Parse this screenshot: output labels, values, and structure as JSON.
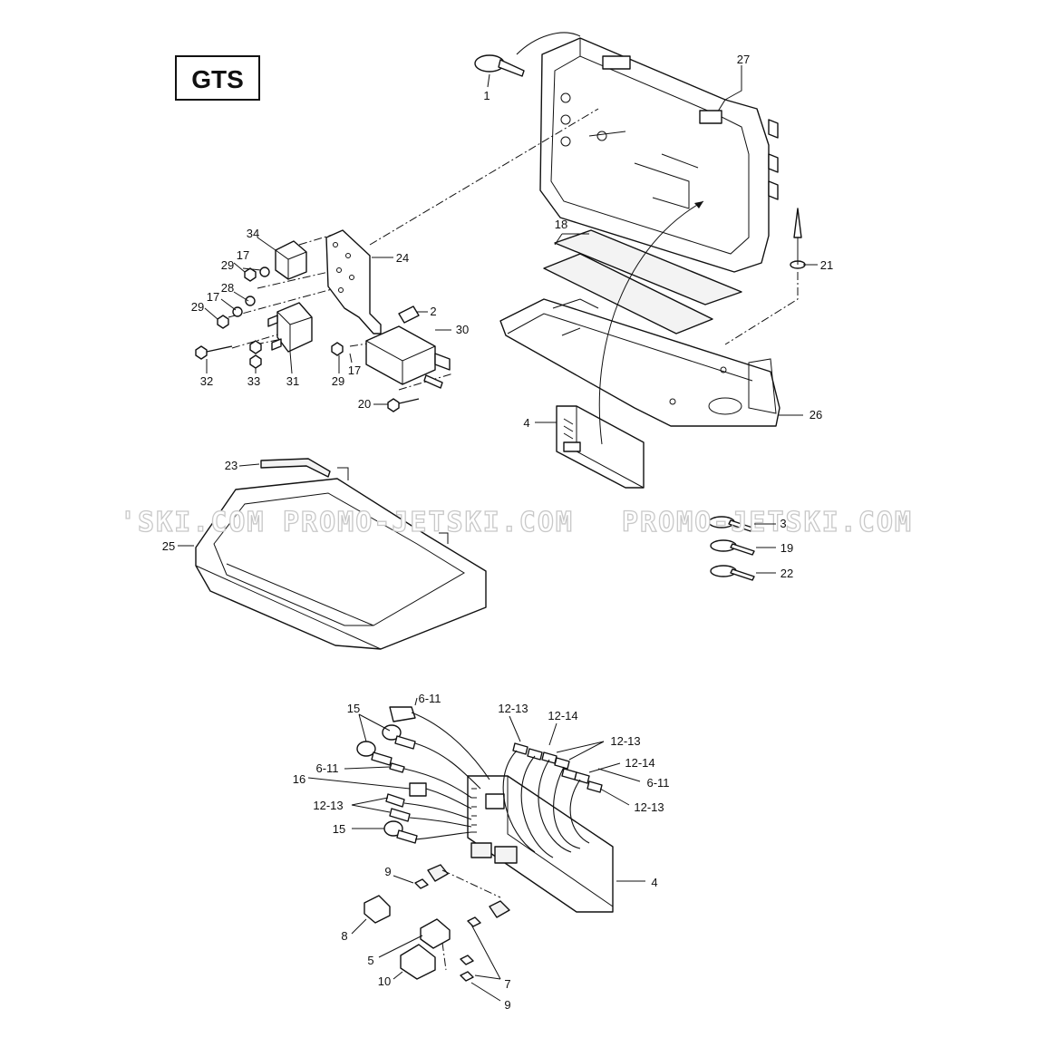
{
  "model_badge": "GTS",
  "watermark": {
    "left_fragment": "'SKI.COM",
    "center": "PROMO-JETSKI.COM",
    "right": "PROMO-JETSKI.COM"
  },
  "callouts": {
    "c1": "1",
    "c27": "27",
    "c18": "18",
    "c21": "21",
    "c34": "34",
    "c24": "24",
    "c17a": "17",
    "c29a": "29",
    "c28": "28",
    "c17b": "17",
    "c29b": "29",
    "c2": "2",
    "c30": "30",
    "c32": "32",
    "c33": "33",
    "c31": "31",
    "c29c": "29",
    "c17c": "17",
    "c20": "20",
    "c4a": "4",
    "c26": "26",
    "c23": "23",
    "c25": "25",
    "c3": "3",
    "c19": "19",
    "c22": "22",
    "c15a": "15",
    "c6_11a": "6-11",
    "c12_13a": "12-13",
    "c12_14a": "12-14",
    "c12_13b": "12-13",
    "c6_11b": "6-11",
    "c12_14b": "12-14",
    "c16": "16",
    "c6_11c": "6-11",
    "c12_13c": "12-13",
    "c12_13d": "12-13",
    "c15b": "15",
    "c4b": "4",
    "c9a": "9",
    "c8": "8",
    "c5": "5",
    "c10": "10",
    "c7": "7",
    "c9b": "9"
  }
}
